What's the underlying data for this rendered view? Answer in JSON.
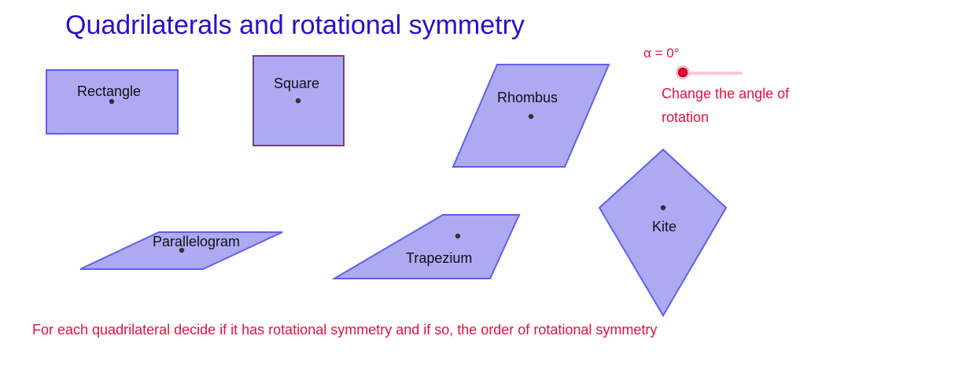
{
  "title": "Quadrilaterals and rotational symmetry",
  "slider": {
    "label": "α = 0°",
    "value_degrees": 0,
    "hint": "Change the angle of rotation",
    "color": "#e8103c"
  },
  "shapes": {
    "rectangle": "Rectangle",
    "square": "Square",
    "rhombus": "Rhombus",
    "parallelogram": "Parallelogram",
    "trapezium": "Trapezium",
    "kite": "Kite"
  },
  "instruction": "For each quadrilateral decide if it has rotational symmetry and if so, the order of rotational symmetry",
  "colors": {
    "title": "#2b0ecc",
    "fill": "#aeaaf2",
    "stroke": "#5f5ff0"
  }
}
